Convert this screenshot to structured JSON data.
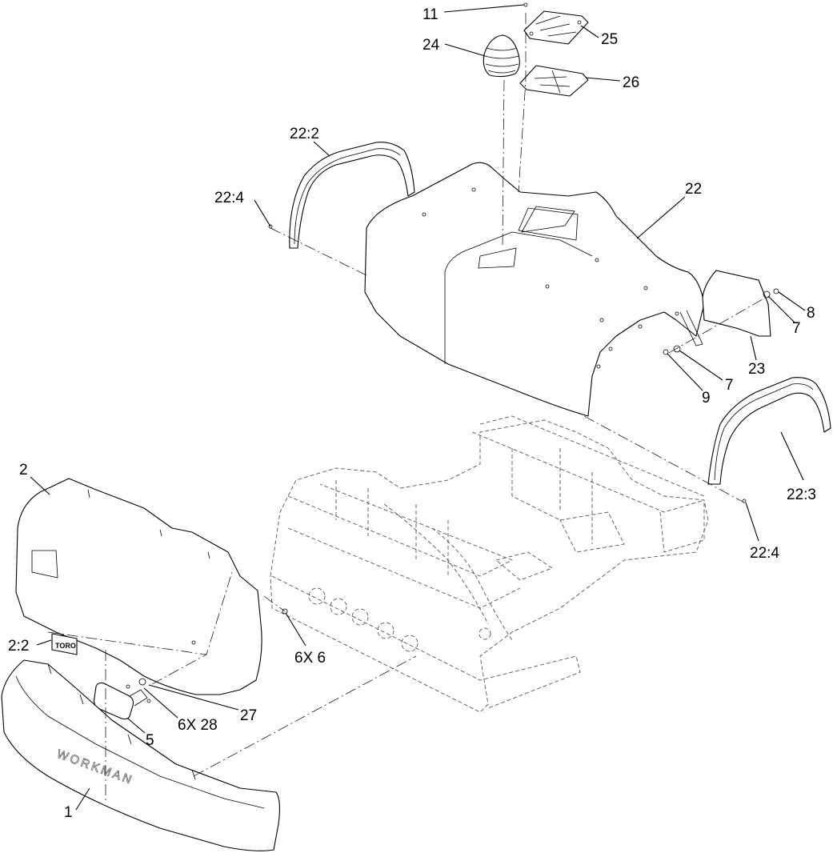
{
  "diagram": {
    "callouts": [
      {
        "id": "c11",
        "text": "11"
      },
      {
        "id": "c24",
        "text": "24"
      },
      {
        "id": "c25",
        "text": "25"
      },
      {
        "id": "c26",
        "text": "26"
      },
      {
        "id": "c22-2",
        "text": "22:2"
      },
      {
        "id": "c22-4-top",
        "text": "22:4"
      },
      {
        "id": "c22",
        "text": "22"
      },
      {
        "id": "c8",
        "text": "8"
      },
      {
        "id": "c7-right",
        "text": "7"
      },
      {
        "id": "c23",
        "text": "23"
      },
      {
        "id": "c7-lower",
        "text": "7"
      },
      {
        "id": "c9",
        "text": "9"
      },
      {
        "id": "c22-3",
        "text": "22:3"
      },
      {
        "id": "c22-4-bottom",
        "text": "22:4"
      },
      {
        "id": "c2",
        "text": "2"
      },
      {
        "id": "c2-2",
        "text": "2:2"
      },
      {
        "id": "c6x6",
        "text": "6X 6"
      },
      {
        "id": "c27",
        "text": "27"
      },
      {
        "id": "c6x28",
        "text": "6X 28"
      },
      {
        "id": "c5",
        "text": "5"
      },
      {
        "id": "c1",
        "text": "1"
      }
    ],
    "embossed_text": "WORKMAN",
    "badge_text": "TORO"
  }
}
